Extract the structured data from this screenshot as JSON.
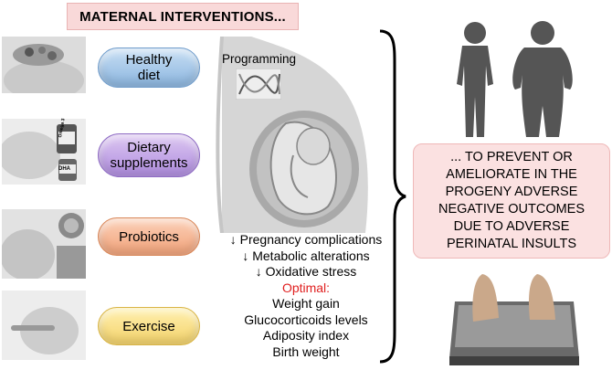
{
  "title": "MATERNAL INTERVENTIONS...",
  "interventions": [
    {
      "label": "Healthy\ndiet",
      "color": "#9fc3e7"
    },
    {
      "label": "Dietary\nsupplements",
      "color": "#c2a3e8"
    },
    {
      "label": "Probiotics",
      "color": "#f5b48f"
    },
    {
      "label": "Exercise",
      "color": "#f8de85"
    }
  ],
  "supplement_labels": {
    "jar": "Omega 3",
    "bottle": "DHA"
  },
  "programming_label": "Programming",
  "outcomes": {
    "reductions": [
      "↓ Pregnancy complications",
      "↓ Metabolic alterations",
      "↓ Oxidative stress"
    ],
    "optimal_label": "Optimal:",
    "optimal_items": [
      "Weight gain",
      "Glucocorticoids levels",
      "Adiposity index",
      "Birth weight"
    ]
  },
  "prevent_text": "... TO PREVENT OR\nAMELIORATE IN THE\nPROGENY ADVERSE\nNEGATIVE OUTCOMES\nDUE TO ADVERSE\nPERINATAL INSULTS",
  "colors": {
    "title_bg": "#f9d9d9",
    "prevent_bg": "#fbe1e1",
    "optimal": "#e02020",
    "silhouette": "#555555"
  }
}
